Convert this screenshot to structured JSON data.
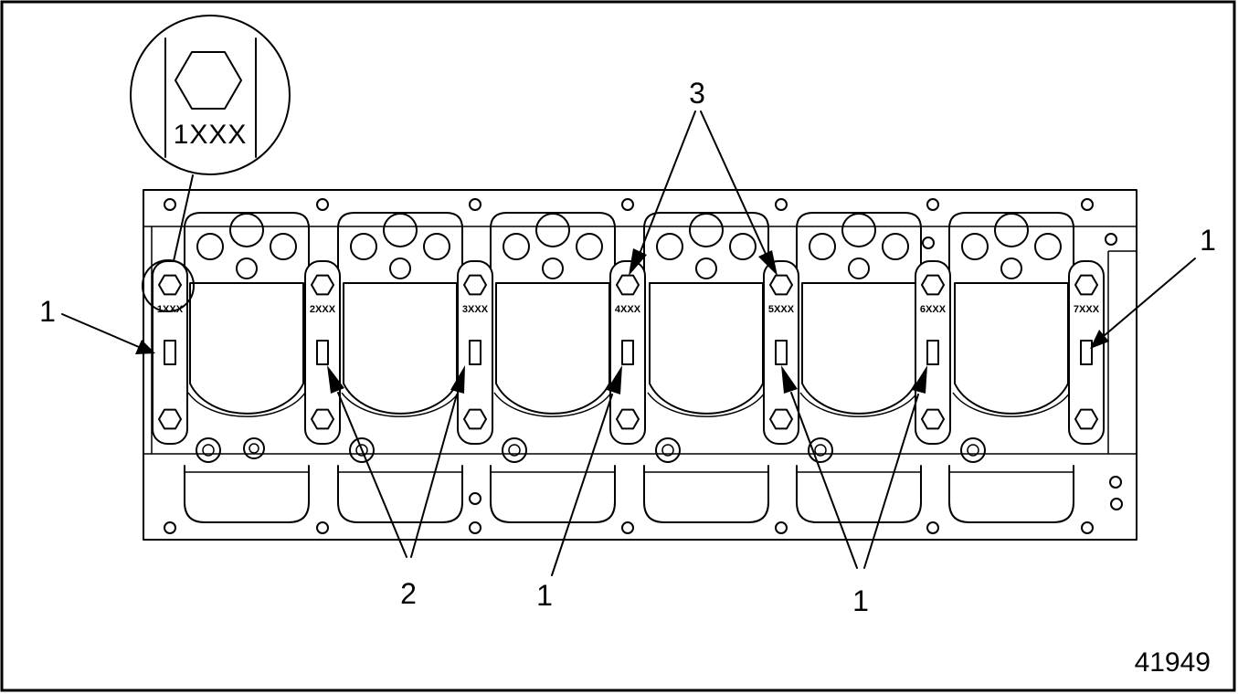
{
  "figure_number": "41949",
  "zoom_detail": {
    "label": "1XXX"
  },
  "main_caps": [
    {
      "label": "1XXX"
    },
    {
      "label": "2XXX"
    },
    {
      "label": "3XXX"
    },
    {
      "label": "4XXX"
    },
    {
      "label": "5XXX"
    },
    {
      "label": "6XXX"
    },
    {
      "label": "7XXX"
    }
  ],
  "callouts": [
    {
      "text": "1"
    },
    {
      "text": "1"
    },
    {
      "text": "2"
    },
    {
      "text": "1"
    },
    {
      "text": "1"
    },
    {
      "text": "3"
    }
  ]
}
